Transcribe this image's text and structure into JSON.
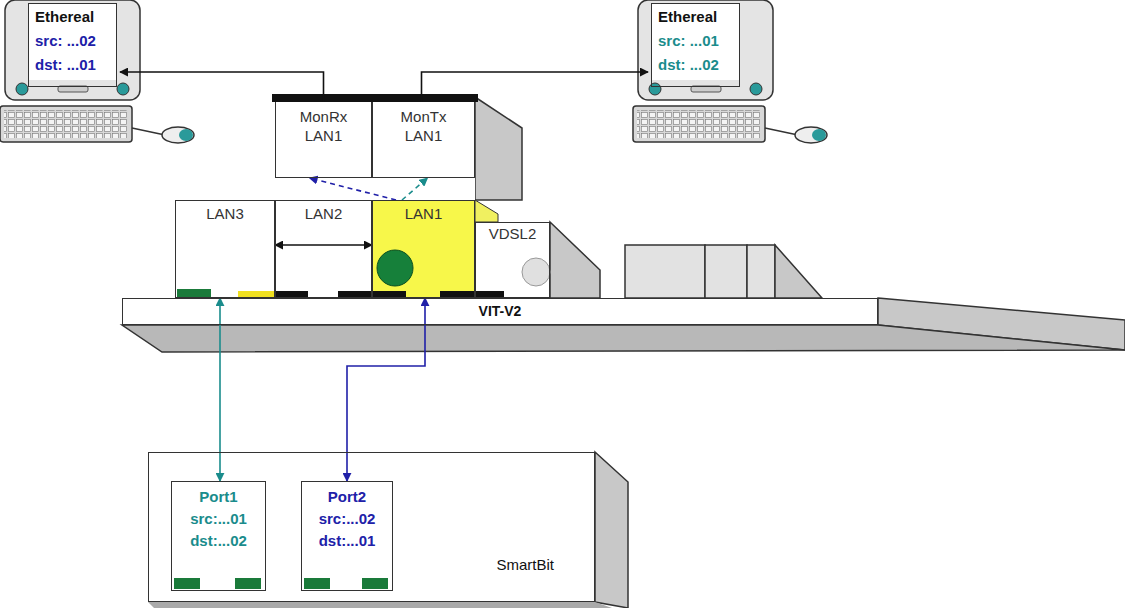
{
  "diagram": {
    "nodes": [
      {
        "text": [
          "Ethereal",
          "src: ...02",
          "dst: ...01"
        ]
      },
      {
        "text": [
          "Ethereal",
          "src: ...01",
          "dst: ...02"
        ]
      },
      {
        "text": [
          "MonRx LAN1"
        ]
      },
      {
        "text": [
          "MonTx LAN1"
        ]
      },
      {
        "text": [
          "LAN3"
        ]
      },
      {
        "text": [
          "LAN2"
        ]
      },
      {
        "text": [
          "LAN1"
        ]
      },
      {
        "text": [
          "VDSL2"
        ]
      },
      {
        "text": [
          "VIT-V2"
        ]
      },
      {
        "text": [
          "SmartBit"
        ]
      },
      {
        "text": [
          "Port1",
          "src:...01",
          "dst:...02"
        ],
        "in": 9
      },
      {
        "text": [
          "Port2",
          "src:...02",
          "dst:...01"
        ],
        "in": 9
      }
    ],
    "edges": [
      {
        "from": 10,
        "to": 4,
        "arrow": "both"
      },
      {
        "from": 11,
        "to": 6,
        "arrow": "both"
      },
      {
        "from": 4,
        "to": 6,
        "arrow": "both"
      },
      {
        "from": 6,
        "to": 2,
        "arrow": "to"
      },
      {
        "from": 6,
        "to": 3,
        "arrow": "to"
      },
      {
        "from": 2,
        "to": 0,
        "arrow": "to"
      },
      {
        "from": 3,
        "to": 1,
        "arrow": "to"
      }
    ]
  }
}
